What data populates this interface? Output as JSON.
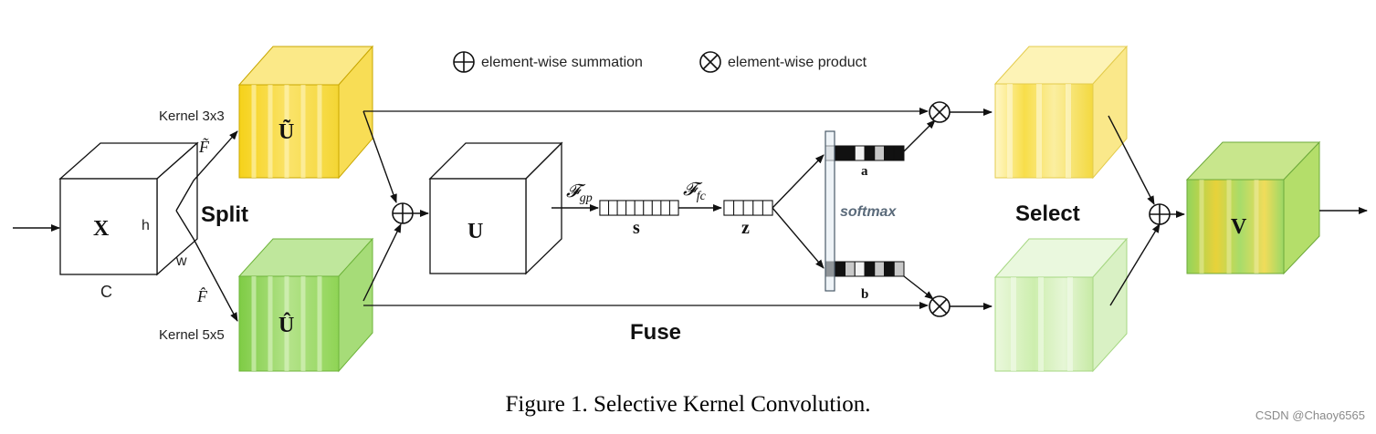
{
  "legend": {
    "sum_label": "element-wise summation",
    "product_label": "element-wise product"
  },
  "input": {
    "name": "X",
    "dim_h": "h",
    "dim_w": "w",
    "dim_c": "C"
  },
  "branch_top": {
    "kernel": "Kernel 3x3",
    "op": "F̃",
    "output": "Ũ",
    "color": "#f5d31c"
  },
  "branch_bottom": {
    "kernel": "Kernel 5x5",
    "op": "F̂",
    "output": "Û",
    "color": "#8fd455"
  },
  "stages": {
    "split": "Split",
    "fuse": "Fuse",
    "select": "Select"
  },
  "fuse": {
    "u": "U",
    "gp": "𝓕",
    "gp_sub": "gp",
    "fc": "𝓕",
    "fc_sub": "fc",
    "s": "s",
    "z": "z",
    "a": "a",
    "b": "b",
    "softmax": "softmax"
  },
  "output": {
    "name": "V"
  },
  "caption": "Figure 1. Selective Kernel Convolution.",
  "watermark": "CSDN @Chaoy6565"
}
